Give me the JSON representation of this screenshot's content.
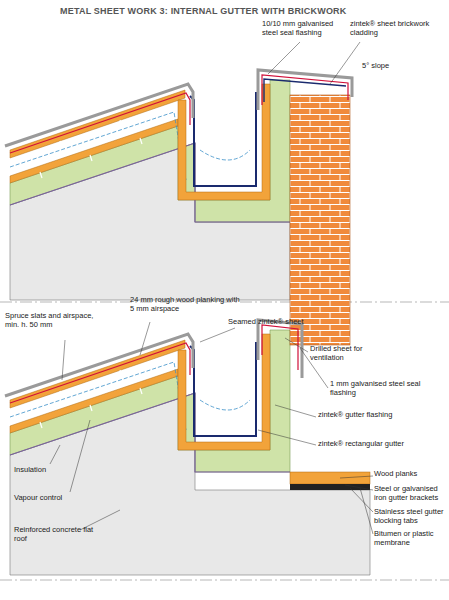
{
  "diagram": {
    "title": "METAL SHEET WORK 3: INTERNAL GUTTER WITH BRICKWORK",
    "labels": [
      "10/10 mm galvanised steel seal flashing",
      "zintek® sheet brickwork cladding",
      "5° slope",
      "Spruce slats and airspace, min. h. 50 mm",
      "24 mm rough wood planking with 5 mm airspace",
      "Seamed zintek® sheet",
      "Drilled sheet for ventilation",
      "1 mm galvanised steel seal flashing",
      "zintek® gutter flashing",
      "zintek® rectangular gutter",
      "Insulation",
      "Vapour control",
      "Wood planks",
      "Steel or galvanised iron gutter brackets",
      "Stainless steel gutter blocking tabs",
      "Bitumen or plastic membrane",
      "Reinforced concrete flat roof"
    ]
  }
}
